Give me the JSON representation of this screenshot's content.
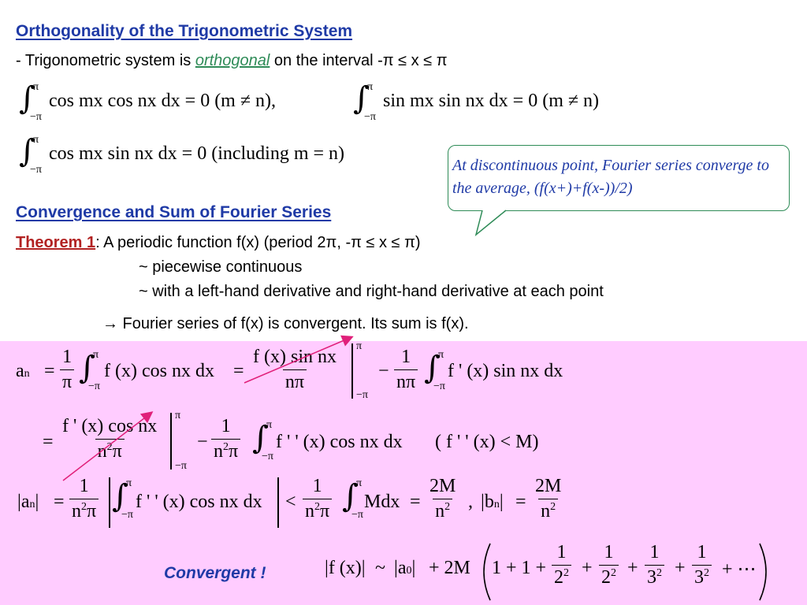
{
  "heading1": "Orthogonality of the Trigonometric System",
  "line1": {
    "prefix": "- Trigonometric system is ",
    "highlight": "orthogonal",
    "suffix": " on the interval -π ≤ x ≤ π"
  },
  "eq_cos_cos": "cos mx cos nx dx = 0  (m ≠ n),",
  "eq_sin_sin": "sin mx sin nx dx = 0  (m ≠ n)",
  "eq_cos_sin": "cos mx sin nx dx = 0  (including m = n)",
  "int_upper": "π",
  "int_lower": "−π",
  "callout": "At discontinuous point, Fourier series converge to the average, (f(x+)+f(x-))/2)",
  "heading2": "Convergence and Sum of Fourier Series",
  "theorem": {
    "label": "Theorem 1",
    "colon": ":  A periodic function f(x) (period 2π, -π ≤ x ≤ π)",
    "cond1": "~ piecewise continuous",
    "cond2": "~ with a left-hand derivative and right-hand derivative at each point",
    "result": "→ Fourier series of f(x) is convergent. Its sum is f(x)."
  },
  "math": {
    "a_n": "a",
    "sub_n": "n",
    "sub_0": "0",
    "eq": "=",
    "minus": "−",
    "lt": "<",
    "one": "1",
    "pi": "π",
    "npi": "nπ",
    "n2pi": "n",
    "sup2": "2",
    "fx_cos": "f (x) cos nx dx",
    "fsin_num": "f (x) sin nx",
    "fp_sin": "f ' (x) sin nx dx",
    "fp_cos_num": "f ' (x) cos nx",
    "fpp_cos": "f ' ' (x) cos nx dx",
    "bound": "( f ' ' (x) < M)",
    "Mdx": "Mdx",
    "twoM": "2M",
    "n2": "n",
    "b_n": "b",
    "comma": ",",
    "fx_abs": "f (x)",
    "sim": "~",
    "plus2M": "+ 2M",
    "series_start": "1 + 1 +",
    "two": "2",
    "three": "3",
    "plus": "+",
    "dots": "+ ⋯"
  },
  "convergent": "Convergent !",
  "colors": {
    "heading": "#1f3aa6",
    "theorem": "#b22222",
    "orthogonal": "#2e8b57",
    "pink_band": "#ffccff",
    "arrow": "#e0207a"
  }
}
